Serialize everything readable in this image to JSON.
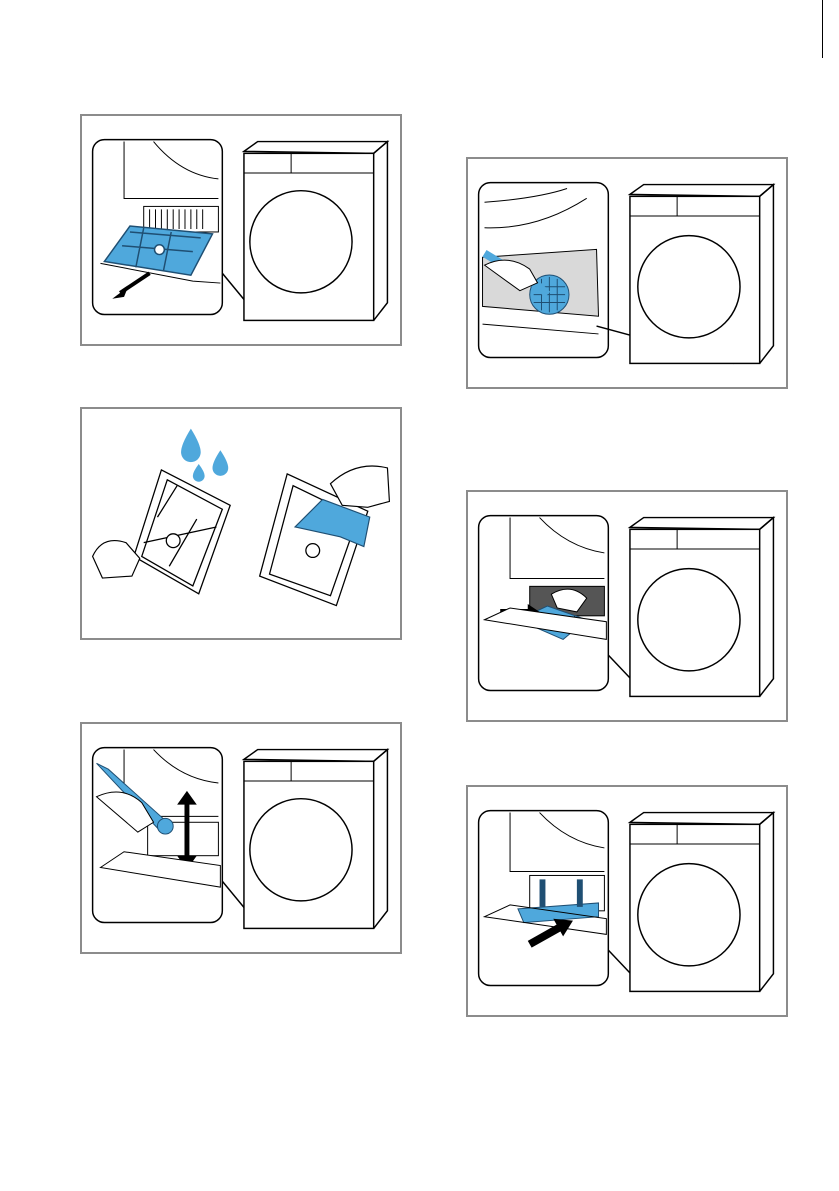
{
  "page": {
    "illustrations": [
      {
        "id": "remove-heat-exchanger-cover",
        "icon": "pull-out-filter-icon"
      },
      {
        "id": "rinse-heat-exchanger-filter",
        "icon": "water-drops-icon"
      },
      {
        "id": "clean-heat-exchanger-with-brush",
        "icon": "brush-icon"
      },
      {
        "id": "clean-sealing-surfaces",
        "icon": "brush-icon"
      },
      {
        "id": "insert-heat-exchanger",
        "icon": "push-in-arrow-icon"
      },
      {
        "id": "close-cover",
        "icon": "push-in-arrow-icon"
      }
    ]
  },
  "colors": {
    "accent_blue": "#4fa8dc",
    "frame_gray": "#8c8c8c",
    "line": "#000000"
  }
}
